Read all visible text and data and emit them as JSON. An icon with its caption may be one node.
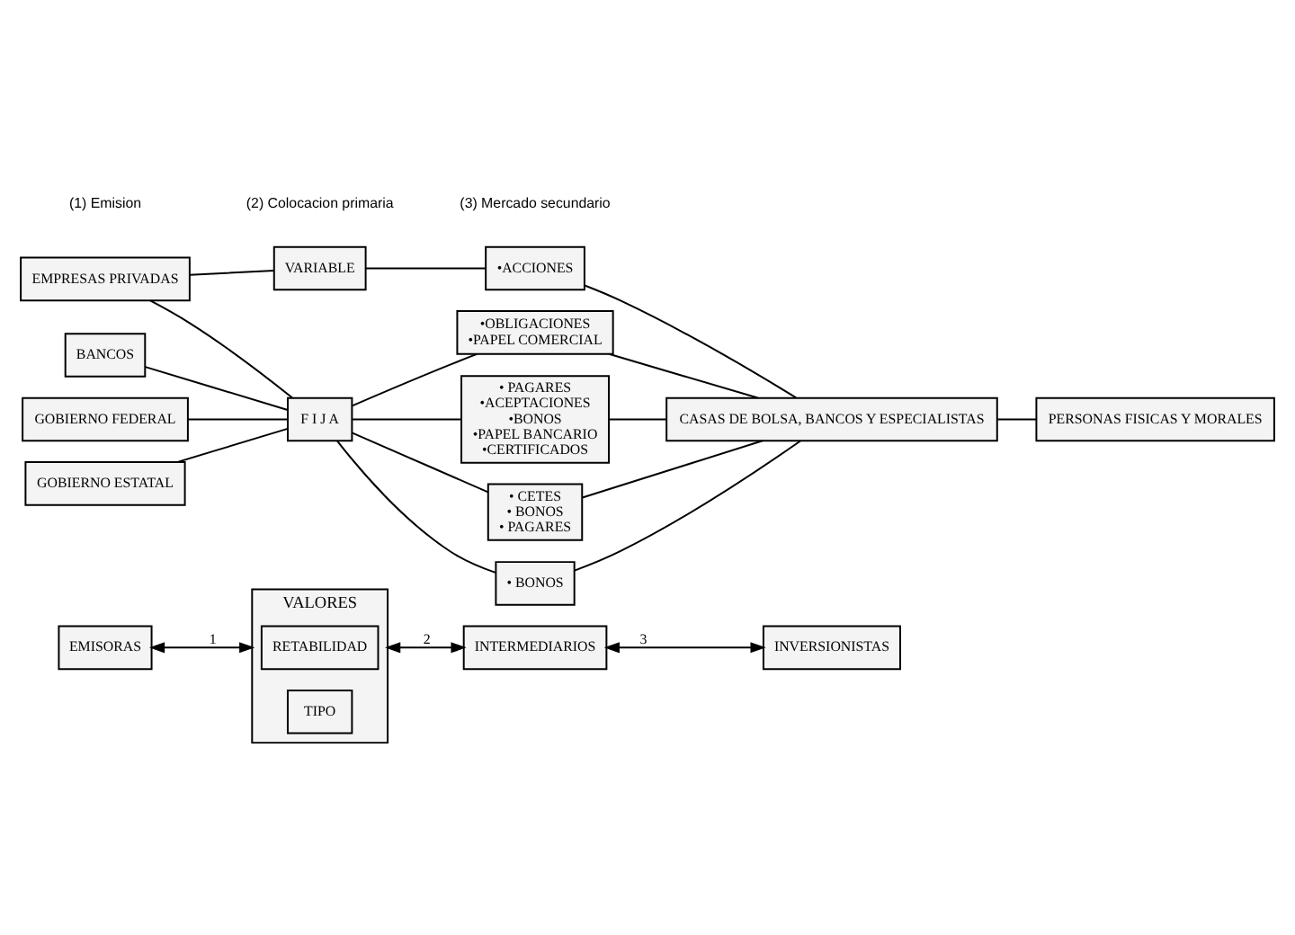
{
  "diagram": {
    "nodes": [
      {
        "text": [
          "EMISORAS"
        ]
      },
      {
        "text": [
          "VALORES"
        ]
      },
      {
        "text": [
          "RETABILIDAD"
        ],
        "in": 1
      },
      {
        "text": [
          "TIPO"
        ],
        "in": 1
      },
      {
        "text": [
          "INTERMEDIARIOS"
        ]
      },
      {
        "text": [
          "INVERSIONISTAS"
        ]
      },
      {
        "text": [
          "VARIABLE"
        ]
      },
      {
        "text": [
          "•ACCIONES"
        ]
      },
      {
        "text": [
          "•OBLIGACIONES",
          "•PAPEL COMERCIAL"
        ]
      },
      {
        "text": [
          "EMPRESAS PRIVADAS"
        ]
      },
      {
        "text": [
          "F I J A"
        ]
      },
      {
        "text": [
          "• PAGARES",
          "•ACEPTACIONES",
          "•BONOS",
          "•PAPEL BANCARIO",
          "•CERTIFICADOS"
        ]
      },
      {
        "text": [
          "CASAS DE BOLSA, BANCOS Y ESPECIALISTAS"
        ]
      },
      {
        "text": [
          "PERSONAS FISICAS Y MORALES"
        ]
      },
      {
        "text": [
          "BANCOS"
        ]
      },
      {
        "text": [
          "GOBIERNO FEDERAL"
        ]
      },
      {
        "text": [
          "• CETES",
          "• BONOS",
          "• PAGARES"
        ]
      },
      {
        "text": [
          "GOBIERNO ESTATAL"
        ]
      },
      {
        "text": [
          "• BONOS"
        ]
      }
    ],
    "edges": [
      {
        "from": 0,
        "to": 1,
        "arrow": "both",
        "label": "1"
      },
      {
        "from": 1,
        "to": 4,
        "arrow": "both",
        "label": "2"
      },
      {
        "from": 4,
        "to": 5,
        "arrow": "both",
        "label": "3"
      },
      {
        "from": 9,
        "to": 6,
        "arrow": "none"
      },
      {
        "from": 9,
        "to": 10,
        "arrow": "none"
      },
      {
        "from": 14,
        "to": 10,
        "arrow": "none"
      },
      {
        "from": 15,
        "to": 10,
        "arrow": "none"
      },
      {
        "from": 17,
        "to": 10,
        "arrow": "none"
      },
      {
        "from": 6,
        "to": 7,
        "arrow": "none"
      },
      {
        "from": 10,
        "to": 8,
        "arrow": "none"
      },
      {
        "from": 10,
        "to": 11,
        "arrow": "none"
      },
      {
        "from": 10,
        "to": 16,
        "arrow": "none"
      },
      {
        "from": 10,
        "to": 18,
        "arrow": "none"
      },
      {
        "from": 7,
        "to": 12,
        "arrow": "none"
      },
      {
        "from": 8,
        "to": 12,
        "arrow": "none"
      },
      {
        "from": 11,
        "to": 12,
        "arrow": "none"
      },
      {
        "from": 16,
        "to": 12,
        "arrow": "none"
      },
      {
        "from": 18,
        "to": 12,
        "arrow": "none"
      },
      {
        "from": 12,
        "to": 13,
        "arrow": "none"
      }
    ],
    "labels": [
      "(1) Emision",
      "(2) Colocacion primaria",
      "(3) Mercado secundario"
    ]
  }
}
